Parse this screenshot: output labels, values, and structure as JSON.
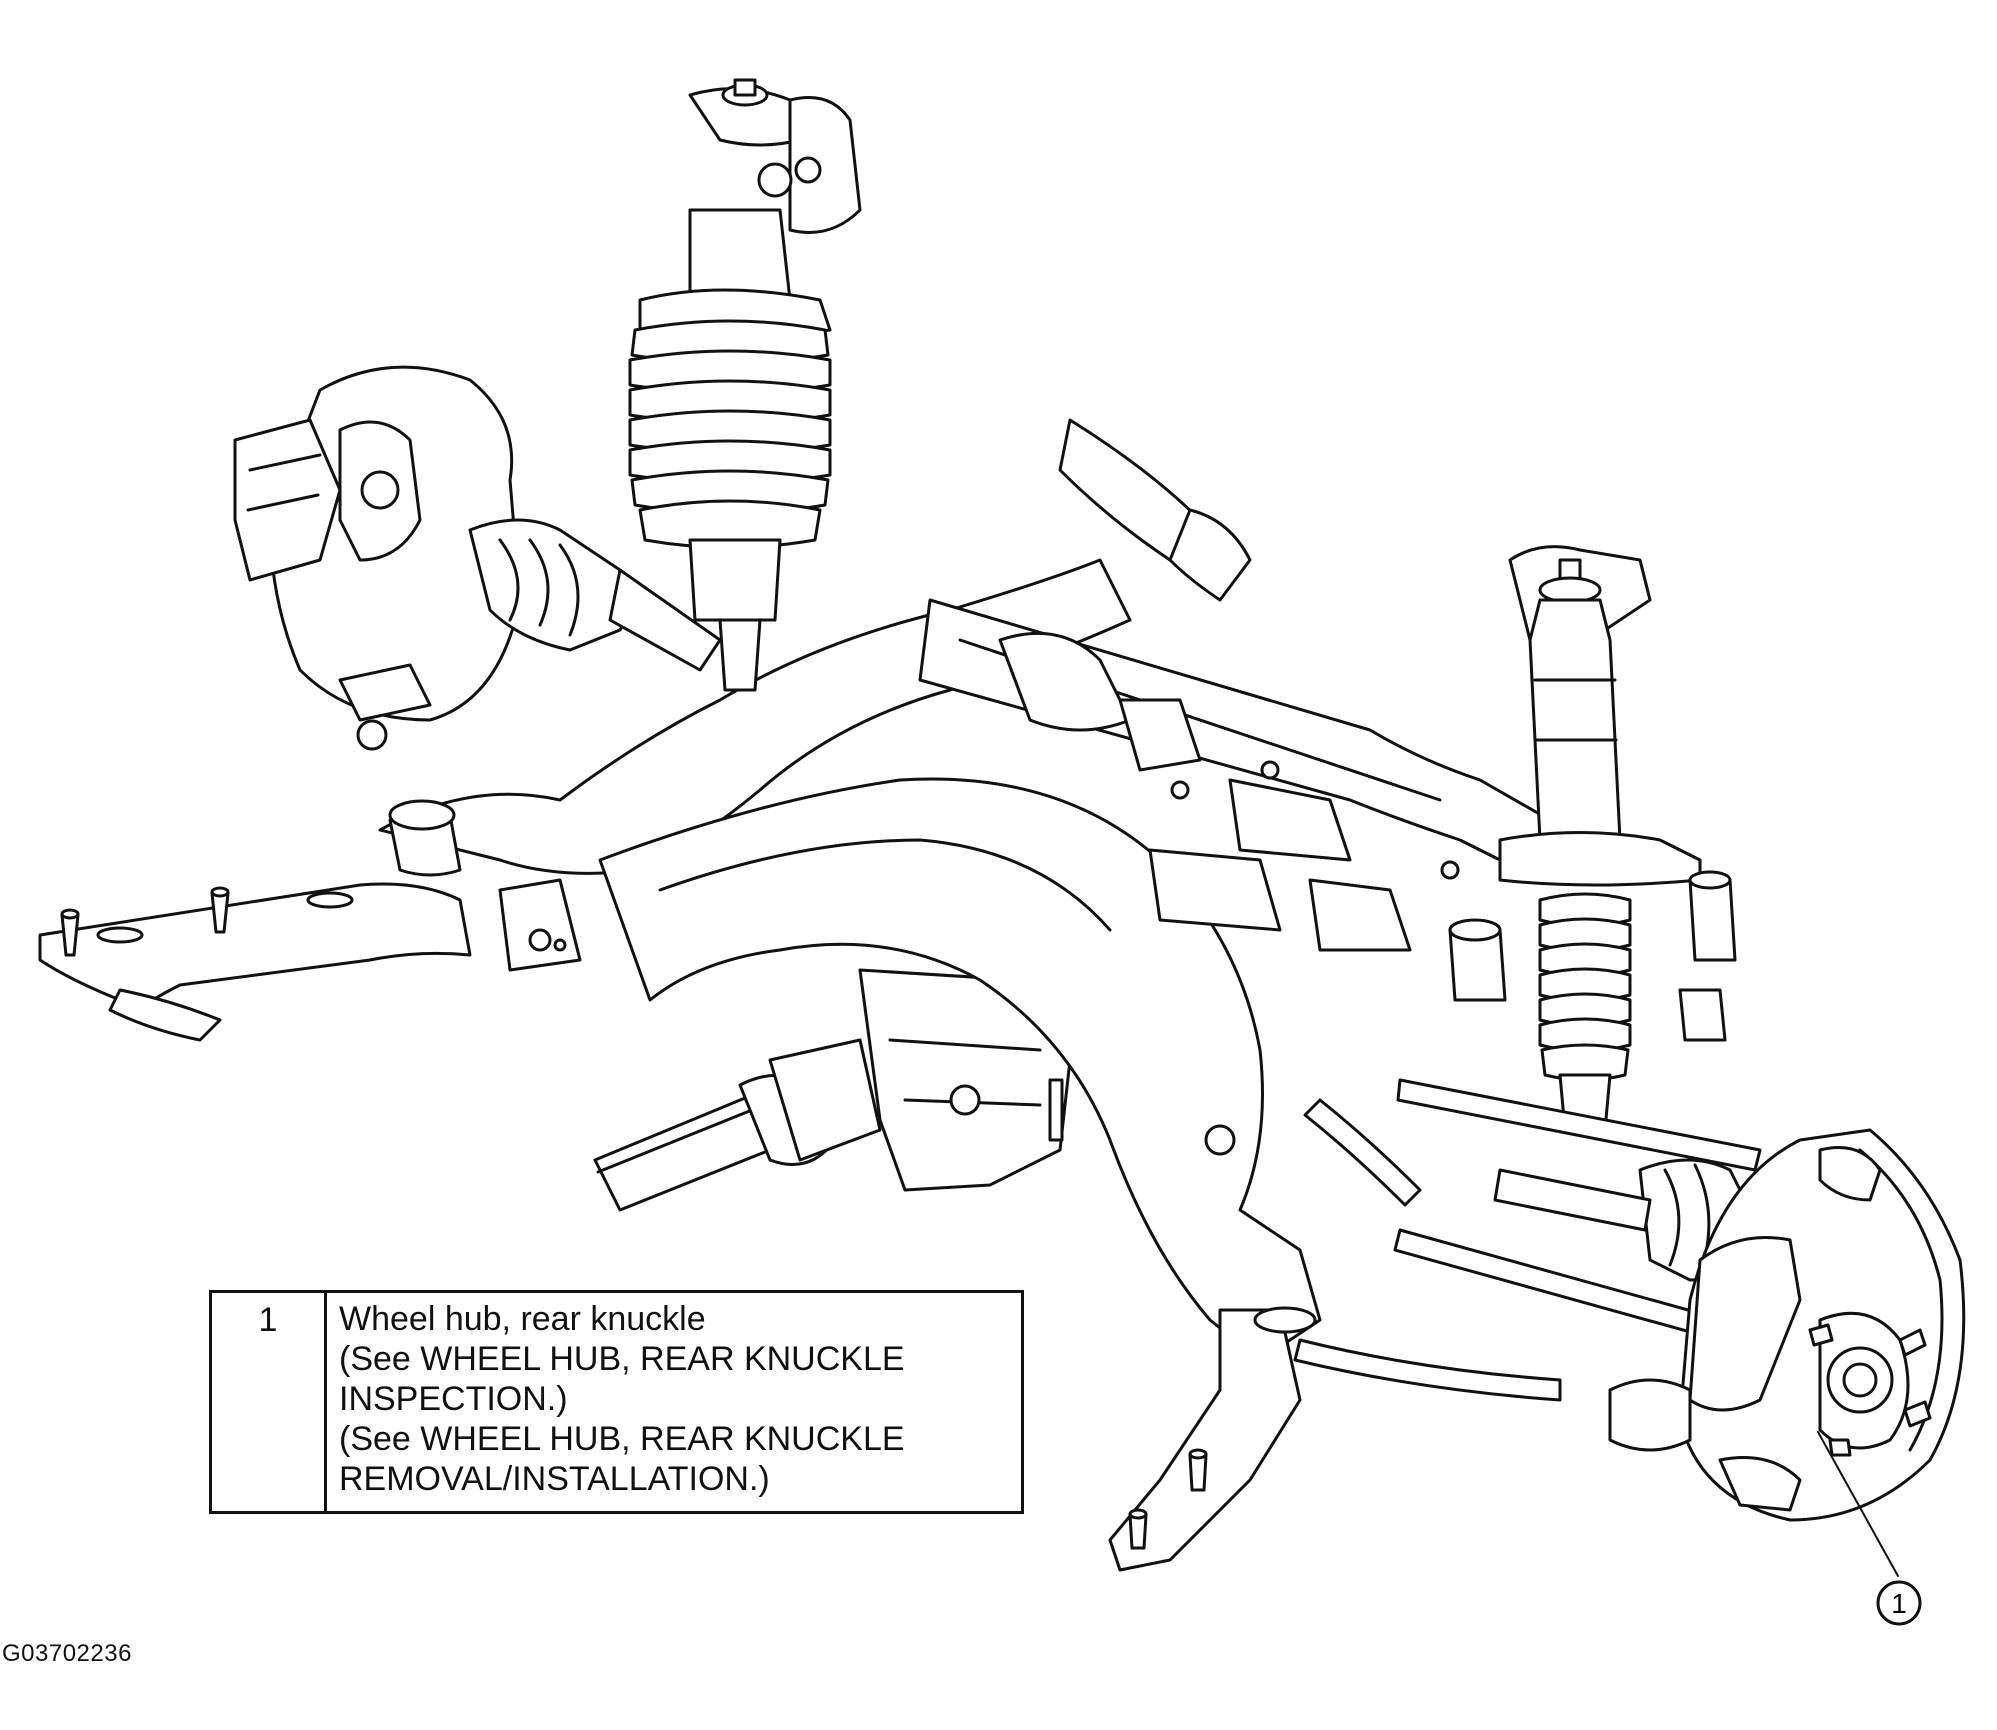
{
  "legend": {
    "rows": [
      {
        "number": "1",
        "lines": [
          "Wheel hub, rear knuckle",
          "(See WHEEL HUB, REAR KNUCKLE",
          "INSPECTION.)",
          "(See WHEEL HUB, REAR KNUCKLE",
          "REMOVAL/INSTALLATION.)"
        ]
      }
    ]
  },
  "callouts": [
    {
      "number": "1"
    }
  ],
  "figure_id": "G03702236"
}
